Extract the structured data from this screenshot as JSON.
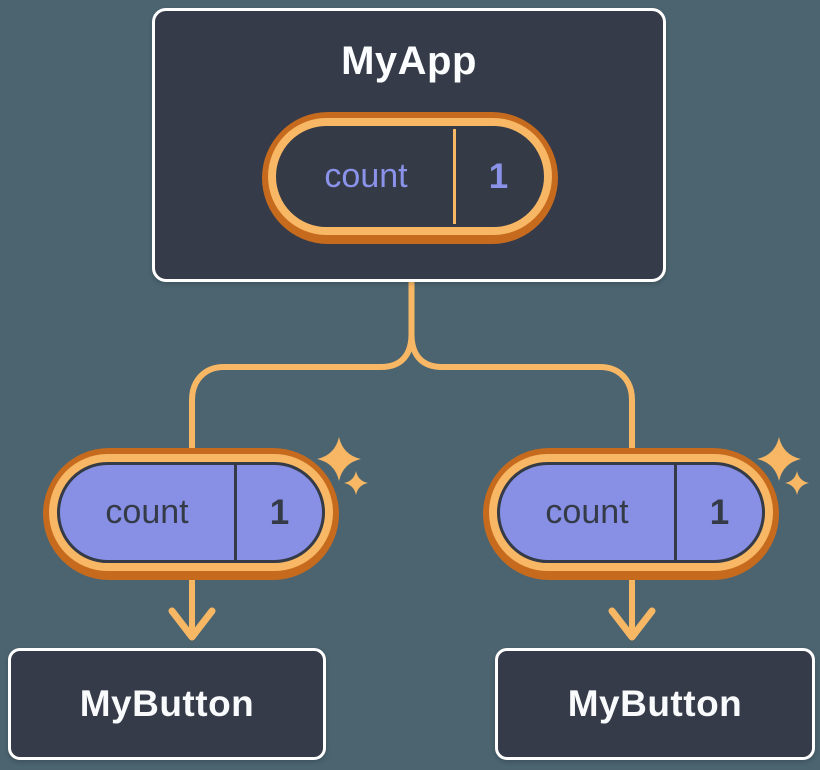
{
  "diagram": {
    "root": {
      "label": "MyApp",
      "state": {
        "key": "count",
        "value": "1"
      }
    },
    "children": [
      {
        "label": "MyButton",
        "prop": {
          "key": "count",
          "value": "1"
        }
      },
      {
        "label": "MyButton",
        "prop": {
          "key": "count",
          "value": "1"
        }
      }
    ]
  },
  "colors": {
    "background": "#4B6470",
    "node_bg": "#353B48",
    "node_border": "#FFFFFF",
    "pill_ring_outer": "#C66A1E",
    "pill_ring_inner": "#F7B764",
    "pill_fill_child": "#8890E6",
    "state_text": "#8A93E9",
    "dark_text": "#343A46",
    "connector": "#F7B764",
    "sparkle": "#F7B764"
  }
}
